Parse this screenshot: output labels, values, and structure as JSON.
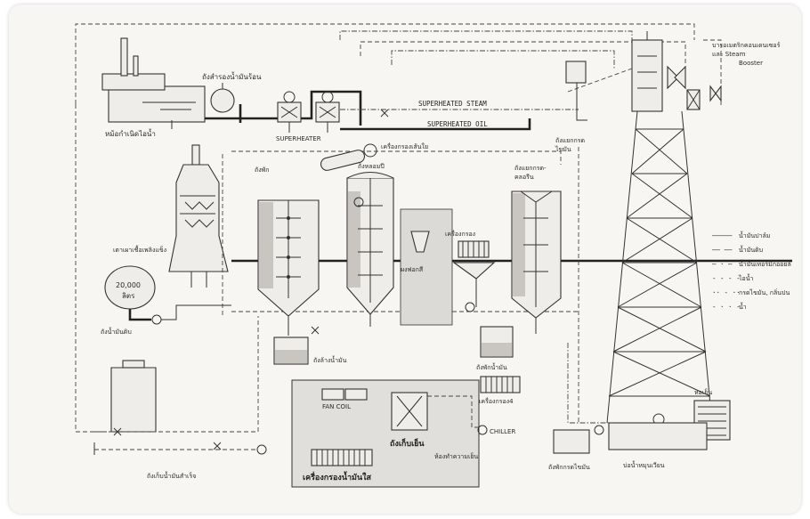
{
  "labels": {
    "boiler": "หม้อกำเนิดไอน้ำ",
    "hot_oil_tank": "ถังสำรองน้ำมันร้อน",
    "superheater": "SUPERHEATER",
    "superheated_steam": "SUPERHEATED STEAM",
    "superheated_oil": "SUPERHEATED OIL",
    "filter_machine": "เครื่องกรองเส้นใย",
    "tank_a": "ถังพัก",
    "tank_b": "ถังหลอมปี",
    "air_cond_col": "ถังแยกกรด-",
    "air_cond_col2": "คลอรีน",
    "filter_col": "ถังแยกกรด",
    "filter_col2": "ไขมัน",
    "bleach": "ผงฟอกสี",
    "filter_press": "เครื่องกรอง",
    "fat_heater": "เตาเผาเชื้อเพลิงแข็ง",
    "capacity": "20,000",
    "capacity_unit": "ลิตร",
    "crude_oil_tank": "ถังน้ำมันดิบ",
    "wash_tank": "ถังล้างน้ำมัน",
    "sep_tank": "ถังพักน้ำมัน",
    "filter84": "เครื่องกรอง4",
    "fan_coil": "FAN COIL",
    "chiller_tank": "ถังเก็บเย็น",
    "chiller": "CHILLER",
    "cold_room": "ห้องทำความเย็น",
    "filter_bottom": "เครื่องกรองน้ำมันใส",
    "finished_tank": "ถังเก็บน้ำมันสำเร็จ",
    "acid_tank": "ถังพักกรดไขมัน",
    "cooling_pond": "บ่อน้ำหมุนเวียน",
    "cooling_unit": "หอเย็น",
    "vacuum_note1": "บารอเมตริกคอนเดนเซอร์",
    "vacuum_note2": "และ Steam",
    "vacuum_note3": "Booster"
  },
  "legend": [
    {
      "symbol": "—————",
      "label": "น้ำมันปาล์ม"
    },
    {
      "symbol": "—— ——",
      "label": "น้ำมันดิบ"
    },
    {
      "symbol": "— · —",
      "label": "น้ำมันเทอร์มิกออยล์"
    },
    {
      "symbol": "- - - -",
      "label": "ไอน้ำ"
    },
    {
      "symbol": "·· - ··",
      "label": "กรดไขมัน, กลิ่นปน"
    },
    {
      "symbol": "- · · -",
      "label": "น้ำ"
    }
  ],
  "colors": {
    "line": "#333333",
    "paper": "#f7f6f3",
    "shade": "#c9c6c1"
  }
}
